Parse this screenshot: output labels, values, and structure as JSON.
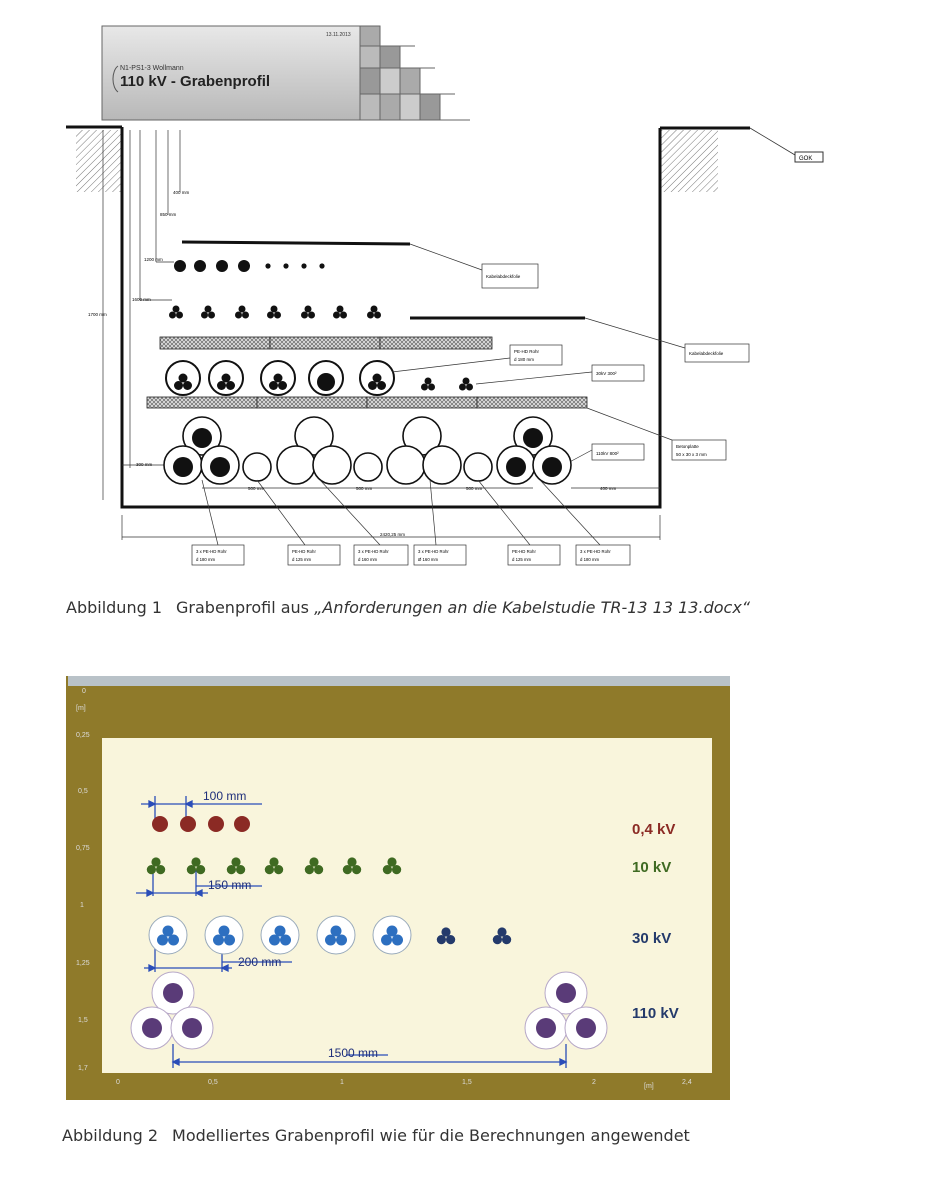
{
  "figure1": {
    "title_box": {
      "date": "13.11.2013",
      "author": "N1-PS1-3 Wollmann",
      "title": "110 kV - Grabenprofil"
    },
    "gok_label": "GOK",
    "dimensions": {
      "d400": "400 mm",
      "d850": "850 mm",
      "d1200": "1200 mm",
      "d1600": "1600 mm",
      "d1700": "1700 mm",
      "d300": "300 mm",
      "s500a": "500 mm",
      "s500b": "500 mm",
      "s500c": "500 mm",
      "s400": "400 mm",
      "width": "2420,25 mm"
    },
    "callouts": {
      "warn1": "Kabelabdeckfolie",
      "warn2": "Kabelabdeckfolie",
      "pe_rohr": [
        "PE-HD Rohr",
        "d 180 mm"
      ],
      "kv30": "30kV 300²",
      "kv110": "110kV 800²",
      "beton": [
        "Betonplatte",
        "50 x 30 x 3 mm"
      ]
    },
    "bottom_labels": [
      [
        "3 x PE-HD Rohr",
        "d 180 mm"
      ],
      [
        "PE-HD Rohr",
        "d 125 mm"
      ],
      [
        "3 x PE-HD Rohr",
        "d 160 mm"
      ],
      [
        "3 x PE-HD Rohr",
        "Ø 160 mm"
      ],
      [
        "PE-HD Rohr",
        "d 125 mm"
      ],
      [
        "3 x PE-HD Rohr",
        "d 180 mm"
      ]
    ]
  },
  "caption1": {
    "number": "Abbildung 1",
    "text": "Grabenprofil aus ",
    "doc": "„Anforderungen an die Kabelstudie TR-13 13 13.docx“"
  },
  "figure2": {
    "y_unit": "[m]",
    "x_unit": "[m]",
    "y_ticks": [
      "0",
      "0,25",
      "0,5",
      "0,75",
      "1",
      "1,25",
      "1,5",
      "1,7"
    ],
    "x_ticks": [
      "0",
      "0,5",
      "1",
      "1,5",
      "2",
      "2,4"
    ],
    "dim_100": "100 mm",
    "dim_150": "150 mm",
    "dim_200": "200 mm",
    "dim_1500": "1500 mm",
    "voltage_labels": {
      "kv04": "0,4 kV",
      "kv10": "10 kV",
      "kv30": "30 kV",
      "kv110": "110 kV"
    },
    "colors": {
      "soil": "#8f7a2a",
      "sand": "#f9f5dc",
      "kv04": "#8b2a24",
      "kv10": "#3f6a22",
      "kv30_blue": "#2d6fc0",
      "kv30_dark": "#243a6b",
      "kv110": "#5a3b78"
    }
  },
  "caption2": {
    "number": "Abbildung 2",
    "text": "Modelliertes Grabenprofil wie für die Berechnungen angewendet"
  }
}
